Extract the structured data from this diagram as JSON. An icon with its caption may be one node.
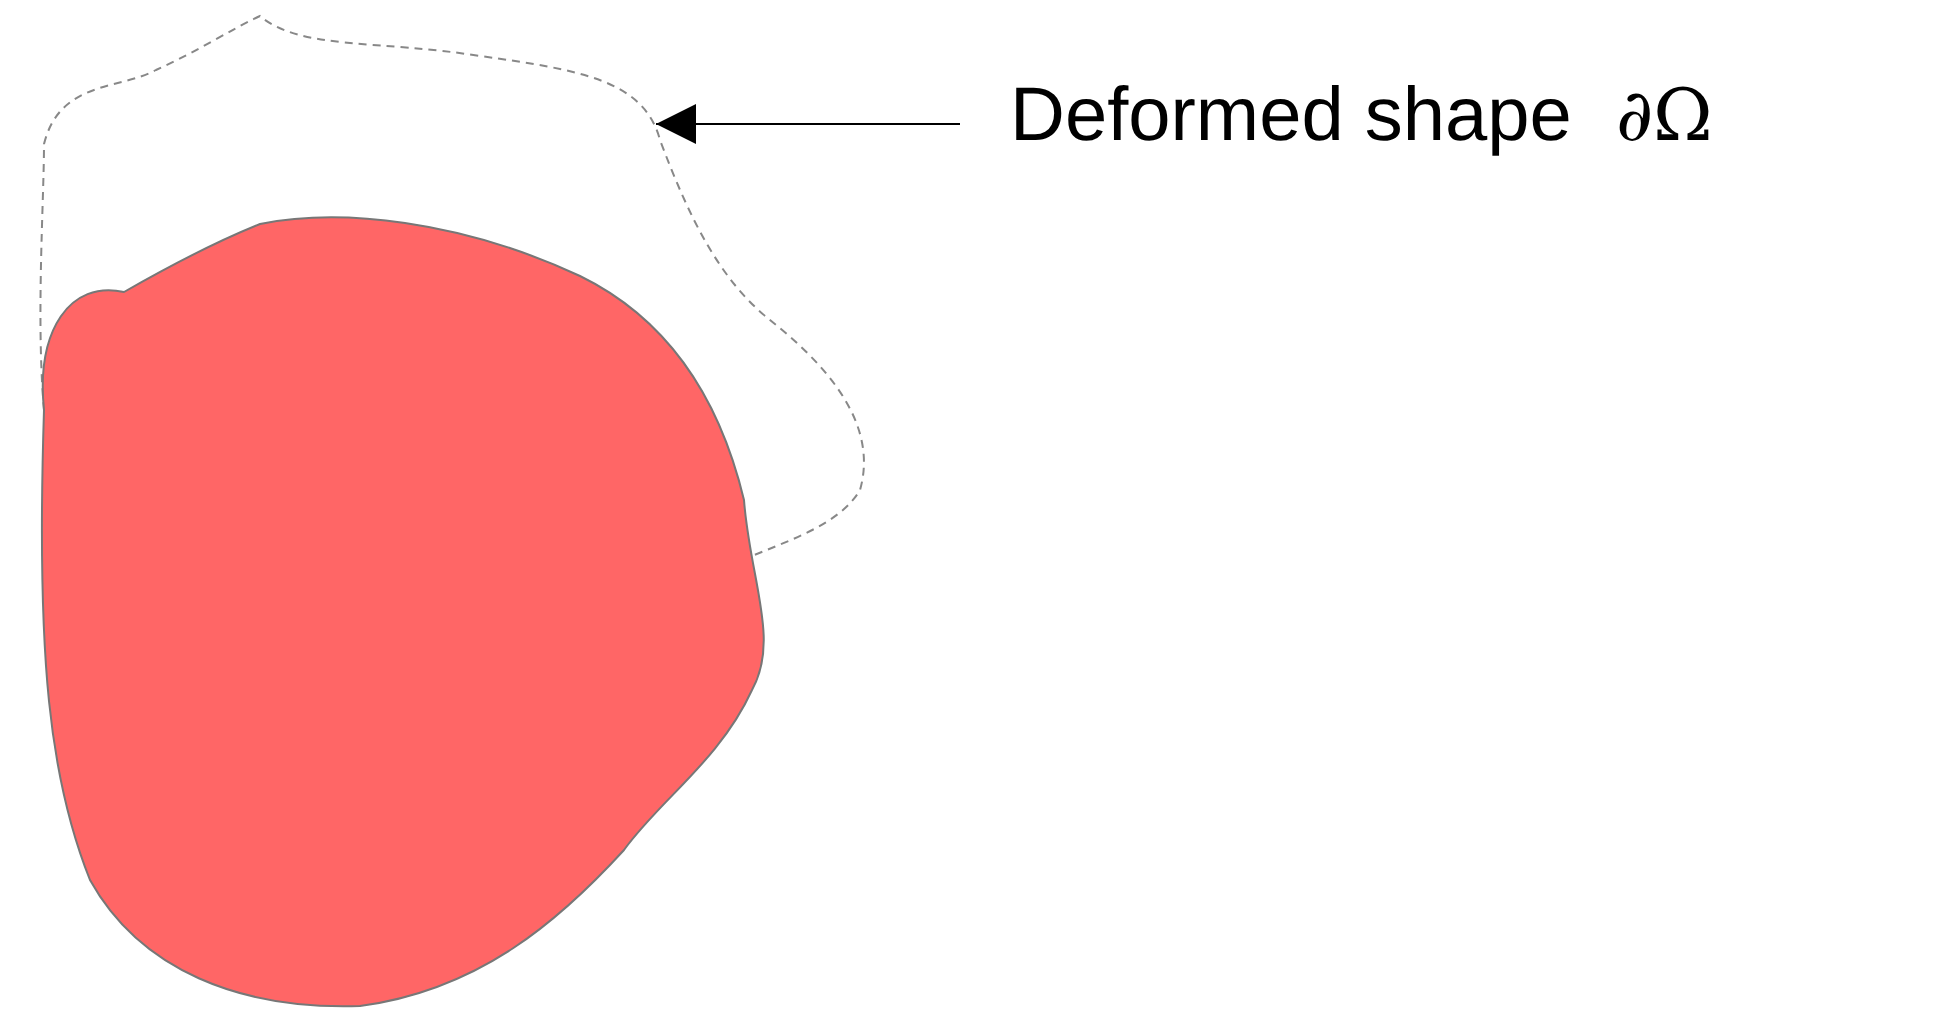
{
  "diagram": {
    "nodes": [
      {
        "text": [
          "Deformed shape",
          "∂Ω"
        ]
      },
      {
        "text": [],
        "shape": "outline"
      },
      {
        "text": [],
        "shape": "blob"
      }
    ],
    "edges": [
      {
        "from": 0,
        "to": 1,
        "arrow": "to"
      }
    ]
  }
}
